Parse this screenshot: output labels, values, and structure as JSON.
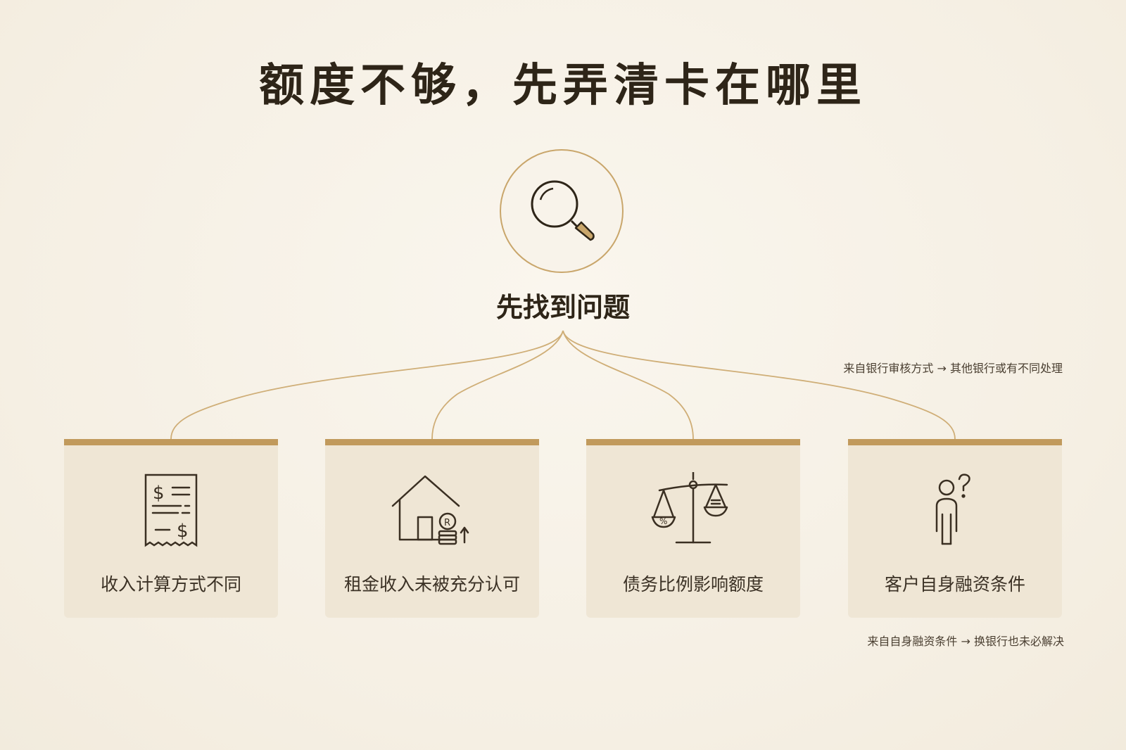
{
  "title": "额度不够，先弄清卡在哪里",
  "center": {
    "label": "先找到问题",
    "icon": "magnifier-icon"
  },
  "notes": {
    "top": "来自银行审核方式 → 其他银行或有不同处理",
    "bottom": "来自自身融资条件 → 换银行也未必解决"
  },
  "cards": [
    {
      "label": "收入计算方式不同",
      "icon": "receipt-icon"
    },
    {
      "label": "租金收入未被充分认可",
      "icon": "house-coins-icon"
    },
    {
      "label": "债务比例影响额度",
      "icon": "balance-scale-icon"
    },
    {
      "label": "客户自身融资条件",
      "icon": "person-question-icon"
    }
  ],
  "colors": {
    "background": "#f7f2e8",
    "accent": "#c19a5c",
    "card": "#efe6d5",
    "text": "#2e2518"
  }
}
